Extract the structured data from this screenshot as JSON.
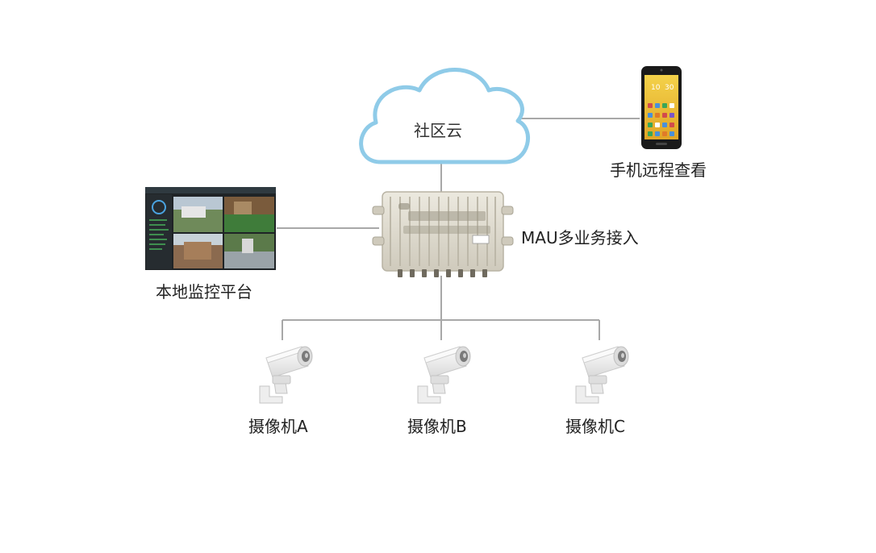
{
  "cloud": {
    "label": "社区云"
  },
  "phone": {
    "label": "手机远程查看",
    "clock_hour": "10",
    "clock_minute": "30"
  },
  "hub": {
    "label": "MAU多业务接入"
  },
  "platform": {
    "label": "本地监控平台"
  },
  "cameras": [
    {
      "label": "摄像机A"
    },
    {
      "label": "摄像机B"
    },
    {
      "label": "摄像机C"
    }
  ],
  "colors": {
    "line": "#a8a8a8",
    "cloud_stroke": "#8fcbe8",
    "cloud_fill": "#ffffff",
    "phone_body": "#1a1a1a",
    "phone_screen": "#e9b92e",
    "hub_body": "#dcd8cc",
    "camera_body": "#f2f2f2"
  },
  "icons": {
    "cloud": "cloud-icon",
    "phone": "smartphone-icon",
    "hub": "mau-device-icon",
    "monitor": "monitor-screen-icon",
    "camera": "cctv-camera-icon"
  }
}
